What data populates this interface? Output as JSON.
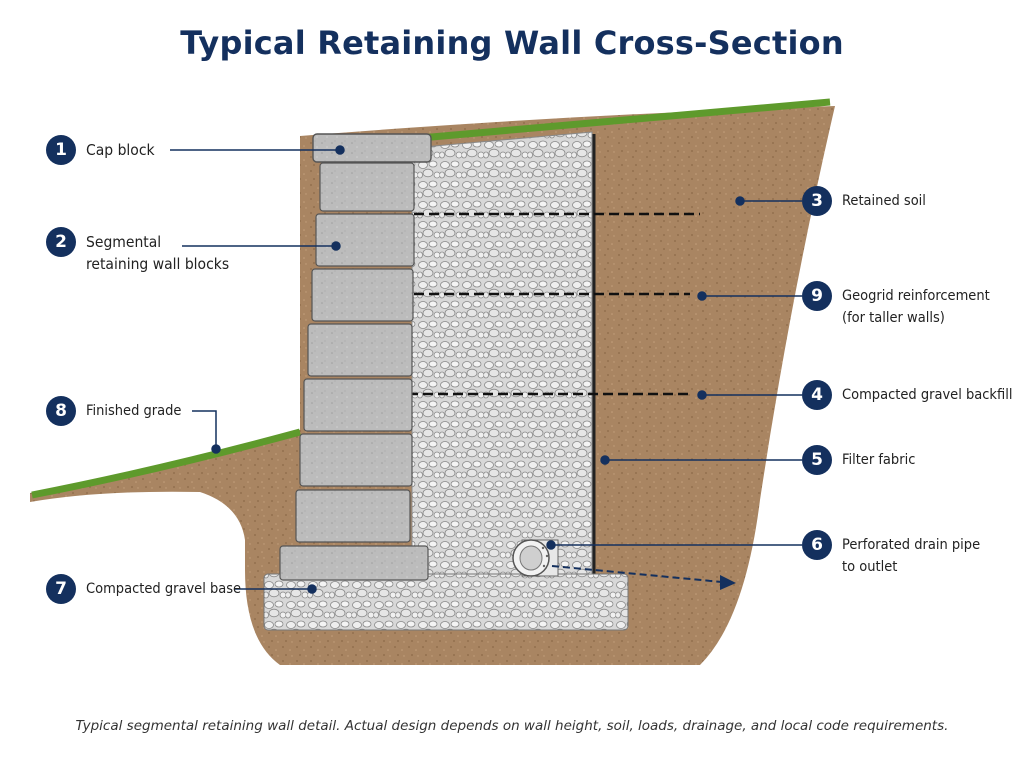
{
  "title": "Typical Retaining Wall Cross-Section",
  "callouts": [
    {
      "number": "1",
      "label": "Cap block"
    },
    {
      "number": "2",
      "label_line1": "Segmental",
      "label_line2": "retaining wall blocks"
    },
    {
      "number": "3",
      "label": "Retained soil"
    },
    {
      "number": "4",
      "label": "Compacted gravel backfill"
    },
    {
      "number": "5",
      "label": "Filter fabric"
    },
    {
      "number": "6",
      "label_line1": "Perforated drain pipe",
      "label_line2": "to outlet"
    },
    {
      "number": "7",
      "label": "Compacted gravel base"
    },
    {
      "number": "8",
      "label": "Finished grade"
    },
    {
      "number": "9",
      "label_line1": "Geogrid reinforcement",
      "label_line2": "(for taller walls)"
    }
  ],
  "caption": "Typical segmental retaining wall detail. Actual design depends on wall height, soil, loads, drainage, and local code requirements.",
  "colors": {
    "navy": "#14305e",
    "soil": "#a98562",
    "grass": "#5e9a2c",
    "block": "#bdbdbd",
    "gravel": "#d6d6d6",
    "fabric": "#222222"
  }
}
